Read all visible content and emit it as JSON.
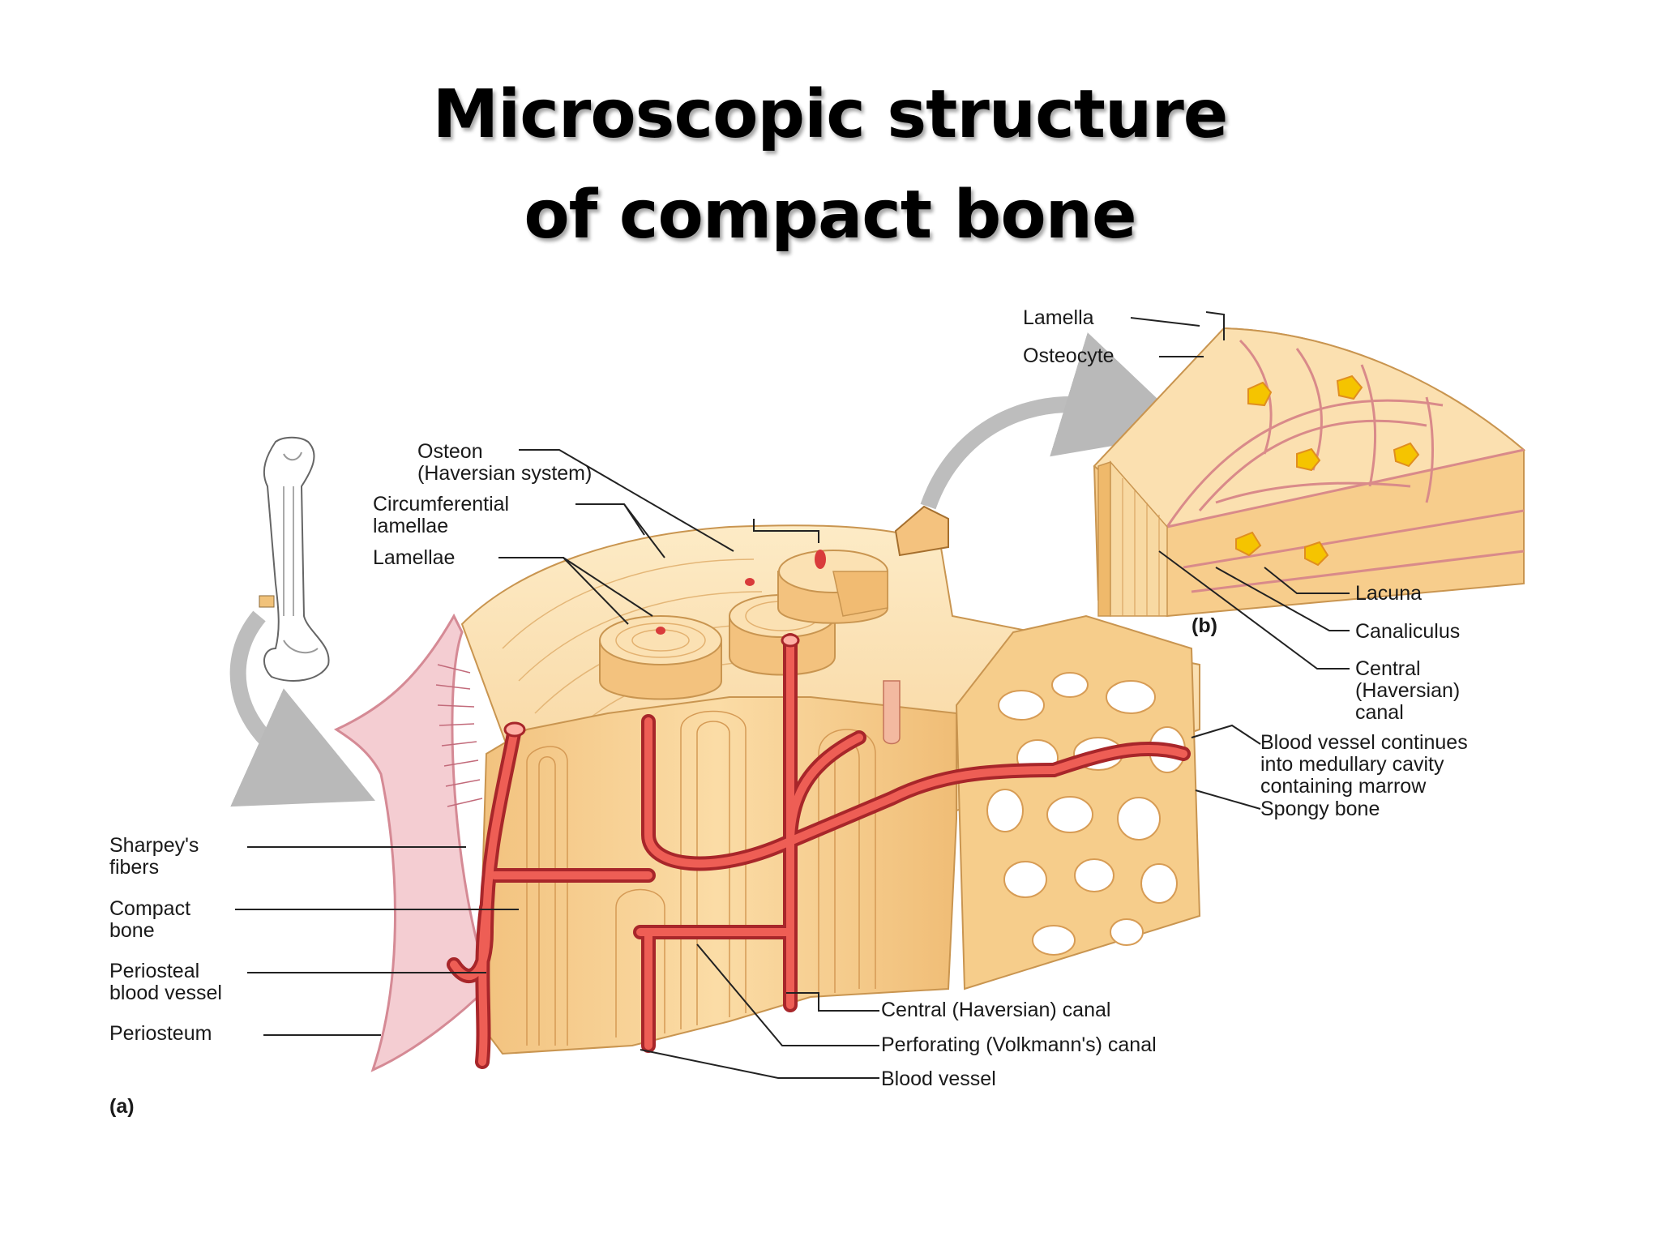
{
  "title": {
    "line1": "Microscopic structure",
    "line2": "of compact bone"
  },
  "panel_a": {
    "tag": "(a)",
    "labels": {
      "osteon_1": "Osteon",
      "osteon_2": "(Haversian system)",
      "circumferential_1": "Circumferential",
      "circumferential_2": "lamellae",
      "lamellae": "Lamellae",
      "sharpeys_1": "Sharpey's",
      "sharpeys_2": "fibers",
      "compact_1": "Compact",
      "compact_2": "bone",
      "periosteal_1": "Periosteal",
      "periosteal_2": "blood vessel",
      "periosteum": "Periosteum",
      "central_canal": "Central (Haversian) canal",
      "perforating_canal": "Perforating (Volkmann's) canal",
      "blood_vessel": "Blood vessel",
      "bv_continues_1": "Blood vessel continues",
      "bv_continues_2": "into medullary cavity",
      "bv_continues_3": "containing marrow",
      "spongy_bone": "Spongy bone"
    }
  },
  "panel_b": {
    "tag": "(b)",
    "labels": {
      "lamella": "Lamella",
      "osteocyte": "Osteocyte",
      "lacuna": "Lacuna",
      "canaliculus": "Canaliculus",
      "central_1": "Central",
      "central_2": "(Haversian)",
      "central_3": "canal"
    }
  },
  "colors": {
    "bone_light": "#fbe3b4",
    "bone_mid": "#f4c986",
    "bone_dark": "#e2a85c",
    "vessel": "#e0483c",
    "periosteum": "#f3c9cf",
    "osteocyte": "#f5c400",
    "arrow": "#b9b9b9"
  }
}
